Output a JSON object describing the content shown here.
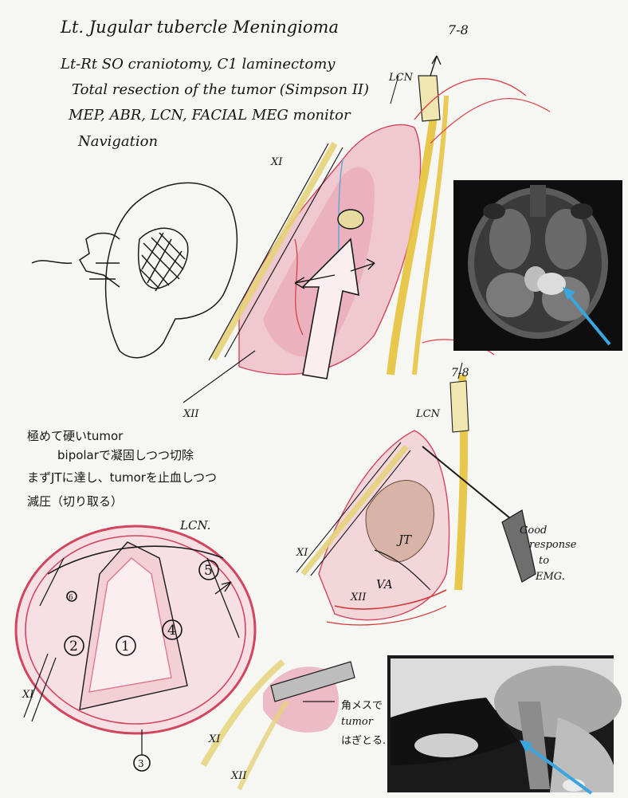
{
  "header": {
    "line1": "Lt. Jugular tubercle Meningioma",
    "line2": "Lt-Rt SO craniotomy, C1 laminectomy",
    "line3": "Total resection of the tumor (Simpson II)",
    "line4": "MEP, ABR, LCN, FACIAL MEG monitor",
    "line5": "Navigation"
  },
  "top_sketch": {
    "label_78": "7-8",
    "label_lcn": "LCN",
    "label_xi": "XI",
    "label_xii": "XII"
  },
  "japanese_notes": {
    "line1": "極めて硬いtumor",
    "line2": "bipolarで凝固しつつ切除",
    "line3": "まずJTに達し、tumorを止血しつつ",
    "line4": "減圧（切り取る）"
  },
  "bottom_left": {
    "label_lcn": "LCN.",
    "num1": "1",
    "num2": "2",
    "num3": "3",
    "num4": "4",
    "num5": "5",
    "num6": "6",
    "label_xi": "XI"
  },
  "right_sketch": {
    "label_78": "7-8",
    "label_lcn": "LCN",
    "label_jt": "JT",
    "label_va": "VA",
    "label_xi": "XI",
    "label_xii": "XII",
    "good_note": [
      "Good",
      "response",
      "to",
      "EMG."
    ]
  },
  "bottom_mid": {
    "note_line1": "角メスで",
    "note_line2": "tumor",
    "note_line3": "はぎとる.",
    "label_xi": "XI",
    "label_xii": "XII"
  },
  "colors": {
    "ink": "#151515",
    "pink": "#e3486b",
    "red": "#d23a3a",
    "yellow": "#e6c23a",
    "arrow": "#3aa6e0"
  }
}
